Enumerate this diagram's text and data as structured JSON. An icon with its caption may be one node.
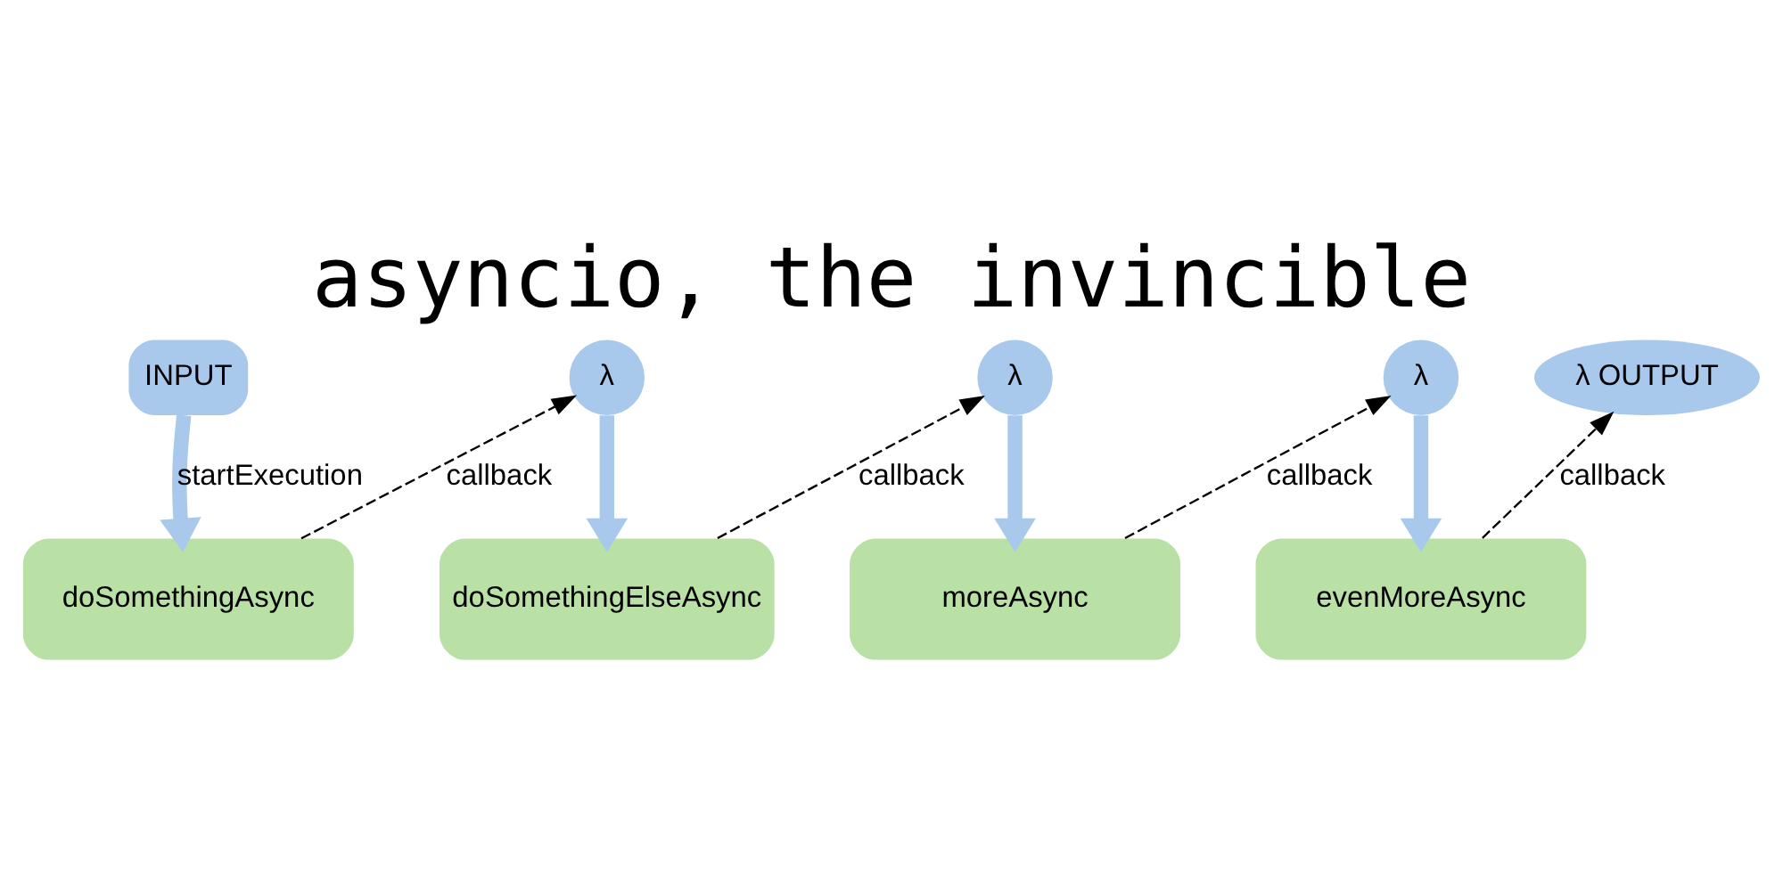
{
  "diagram": {
    "title": "asyncio, the invincible",
    "nodes": [
      {
        "text": [
          "INPUT"
        ]
      },
      {
        "text": [
          "doSomethingAsync"
        ]
      },
      {
        "text": [
          "λ"
        ]
      },
      {
        "text": [
          "doSomethingElseAsync"
        ]
      },
      {
        "text": [
          "λ"
        ]
      },
      {
        "text": [
          "moreAsync"
        ]
      },
      {
        "text": [
          "λ"
        ]
      },
      {
        "text": [
          "evenMoreAsync"
        ]
      },
      {
        "text": [
          "λ OUTPUT"
        ]
      }
    ],
    "edges": [
      {
        "from": 0,
        "to": 1,
        "arrow": "to",
        "label": "startExecution",
        "style": "thick",
        "color": "#a9c9ec"
      },
      {
        "from": 1,
        "to": 2,
        "arrow": "to",
        "label": "callback",
        "style": "dashed",
        "color": "#000000"
      },
      {
        "from": 2,
        "to": 3,
        "arrow": "to",
        "style": "thick",
        "color": "#a9c9ec"
      },
      {
        "from": 3,
        "to": 4,
        "arrow": "to",
        "label": "callback",
        "style": "dashed",
        "color": "#000000"
      },
      {
        "from": 4,
        "to": 5,
        "arrow": "to",
        "style": "thick",
        "color": "#a9c9ec"
      },
      {
        "from": 5,
        "to": 6,
        "arrow": "to",
        "label": "callback",
        "style": "dashed",
        "color": "#000000"
      },
      {
        "from": 6,
        "to": 7,
        "arrow": "to",
        "style": "thick",
        "color": "#a9c9ec"
      },
      {
        "from": 7,
        "to": 8,
        "arrow": "to",
        "label": "callback",
        "style": "dashed",
        "color": "#000000"
      }
    ]
  }
}
